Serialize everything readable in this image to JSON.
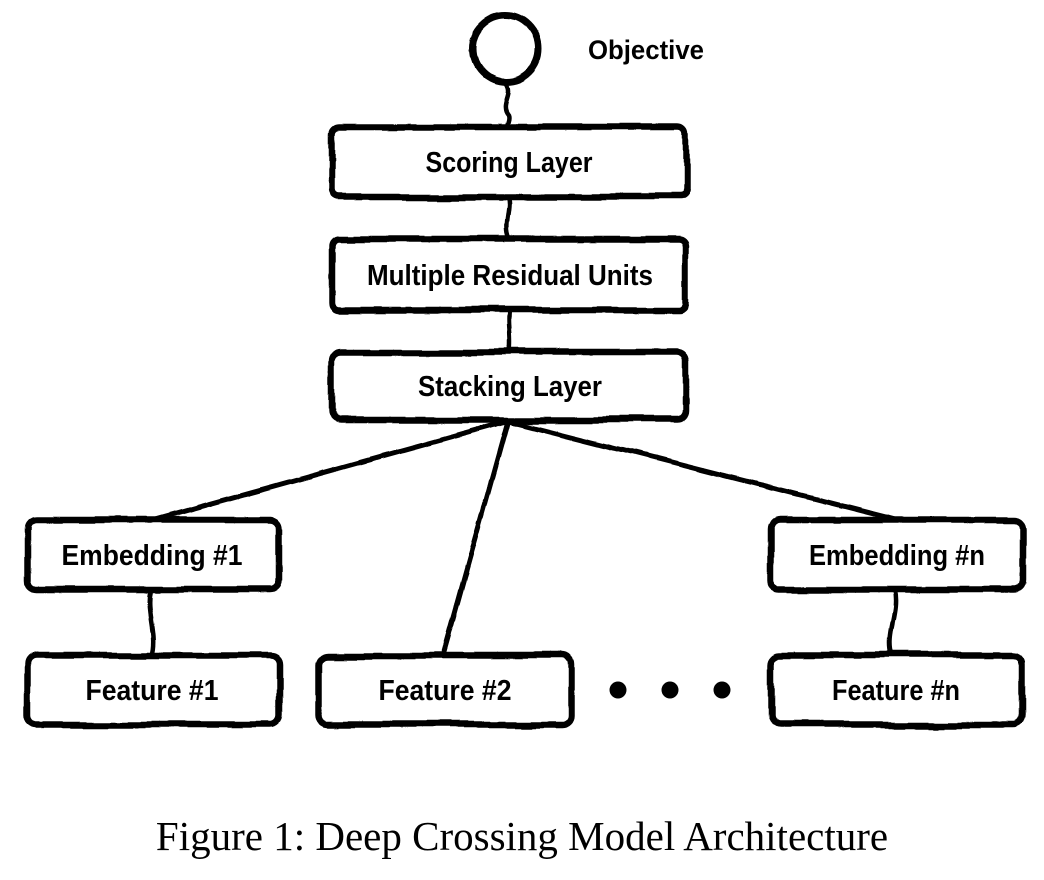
{
  "figure_caption": "Figure 1: Deep Crossing Model Architecture",
  "diagram": {
    "objective_label": "Objective",
    "boxes": {
      "scoring": "Scoring Layer",
      "residual": "Multiple Residual Units",
      "stacking": "Stacking Layer",
      "embedding1": "Embedding #1",
      "embeddingN": "Embedding #n",
      "feature1": "Feature #1",
      "feature2": "Feature #2",
      "featureN": "Feature #n"
    },
    "ellipsis_dot_count": 3,
    "colors": {
      "ink": "#000000",
      "background": "#ffffff"
    }
  }
}
